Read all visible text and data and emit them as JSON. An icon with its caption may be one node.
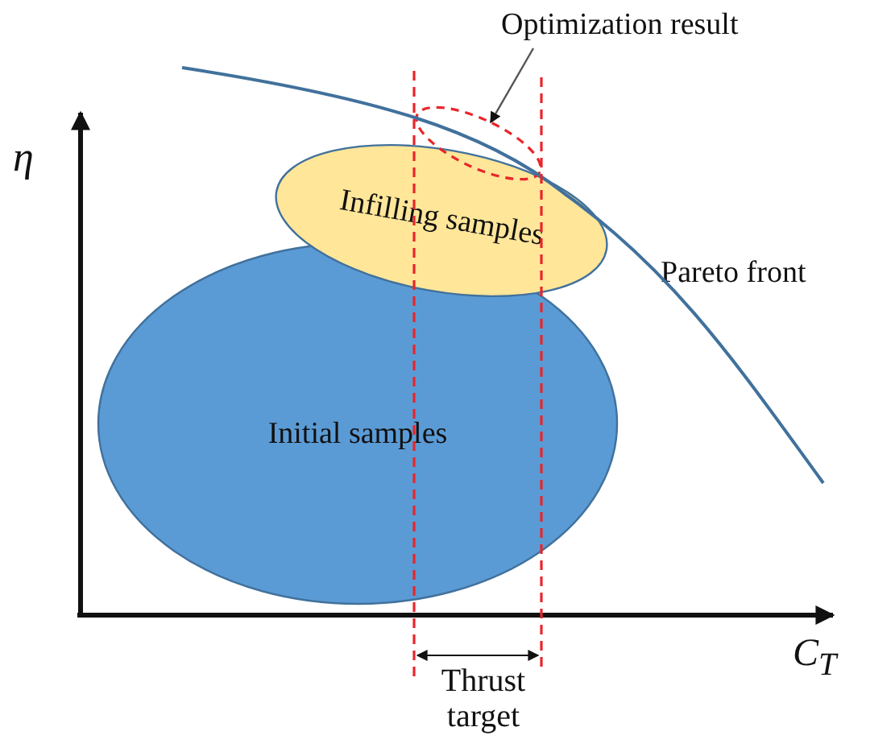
{
  "diagram": {
    "nodes": [
      {
        "text": [
          "Initial samples"
        ]
      },
      {
        "text": [
          "Infilling samples"
        ]
      },
      {
        "text": [
          "Optimization result"
        ]
      },
      {
        "text": [],
        "shape": "ellipse"
      }
    ],
    "edges": [
      {
        "from": 2,
        "to": 3,
        "arrow": "to"
      }
    ],
    "labels": [
      "η",
      "Pareto front",
      "C$_{T}$",
      "Thrust target"
    ]
  }
}
